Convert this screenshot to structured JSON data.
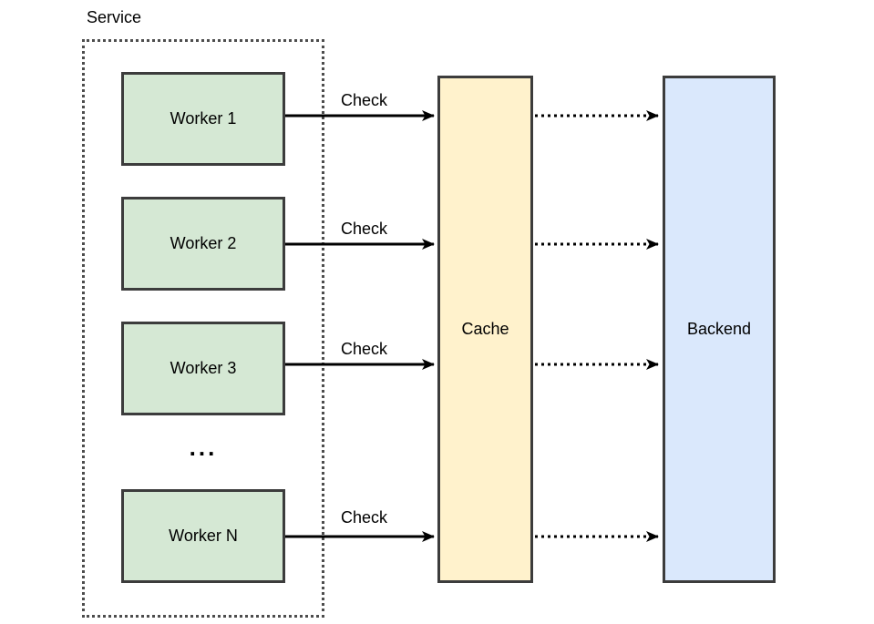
{
  "service": {
    "label": "Service"
  },
  "workers": [
    {
      "label": "Worker 1"
    },
    {
      "label": "Worker 2"
    },
    {
      "label": "Worker 3"
    },
    {
      "label": "Worker N"
    }
  ],
  "ellipsis": "...",
  "cache": {
    "label": "Cache"
  },
  "backend": {
    "label": "Backend"
  },
  "check_labels": [
    "Check",
    "Check",
    "Check",
    "Check"
  ],
  "colors": {
    "worker_fill": "#d5e8d4",
    "cache_fill": "#fff2cc",
    "backend_fill": "#dae8fc",
    "border": "#3c3c3c",
    "dashed_border": "#4d4d4d",
    "arrow": "#000000"
  }
}
